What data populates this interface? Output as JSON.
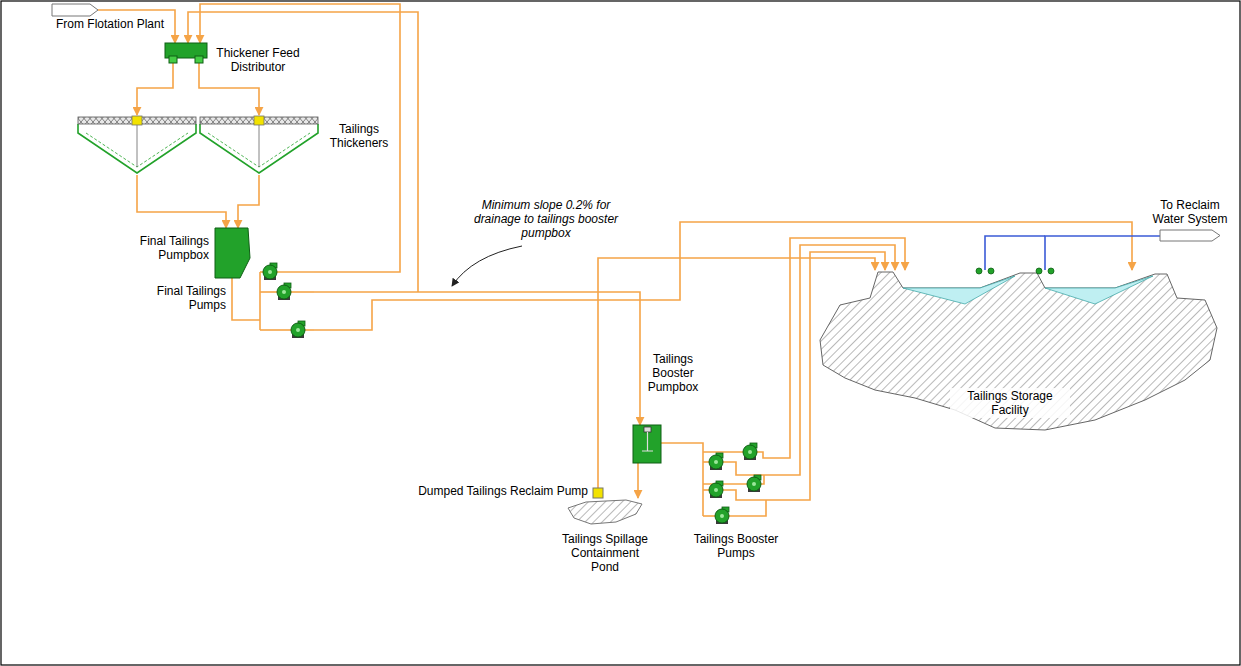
{
  "diagram": {
    "nodes": [
      {
        "text": [
          "From Flotation Plant"
        ]
      },
      {
        "text": [
          "Thickener Feed Distributor"
        ]
      },
      {
        "text": [
          "Tailings Thickeners"
        ]
      },
      {
        "text": [
          "Final Tailings Pumpbox"
        ]
      },
      {
        "text": [
          "Final Tailings Pumps"
        ]
      },
      {
        "text": [
          "Tailings Booster Pumpbox"
        ]
      },
      {
        "text": [
          "Dumped Tailings Reclaim Pump"
        ]
      },
      {
        "text": [
          "Tailings Spillage Containment Pond"
        ]
      },
      {
        "text": [
          "Tailings Booster Pumps"
        ]
      },
      {
        "text": [
          "Tailings Storage Facility"
        ]
      },
      {
        "text": [
          "To Reclaim Water System"
        ]
      }
    ],
    "edges": [
      {
        "from": 0,
        "to": 1,
        "arrow": "to"
      },
      {
        "from": 1,
        "to": 2,
        "arrow": "to"
      },
      {
        "from": 2,
        "to": 3,
        "arrow": "to"
      },
      {
        "from": 3,
        "to": 4,
        "arrow": "none"
      },
      {
        "from": 4,
        "to": 1,
        "arrow": "to"
      },
      {
        "from": 4,
        "to": 5,
        "arrow": "to"
      },
      {
        "from": 4,
        "to": 9,
        "arrow": "to"
      },
      {
        "from": 5,
        "to": 7,
        "arrow": "to"
      },
      {
        "from": 5,
        "to": 8,
        "arrow": "none"
      },
      {
        "from": 8,
        "to": 9,
        "arrow": "to"
      },
      {
        "from": 6,
        "to": 9,
        "arrow": "to"
      },
      {
        "from": 9,
        "to": 10,
        "arrow": "none"
      }
    ],
    "labels": [
      "Minimum slope 0.2% for drainage to tailings booster pumpbox"
    ]
  }
}
